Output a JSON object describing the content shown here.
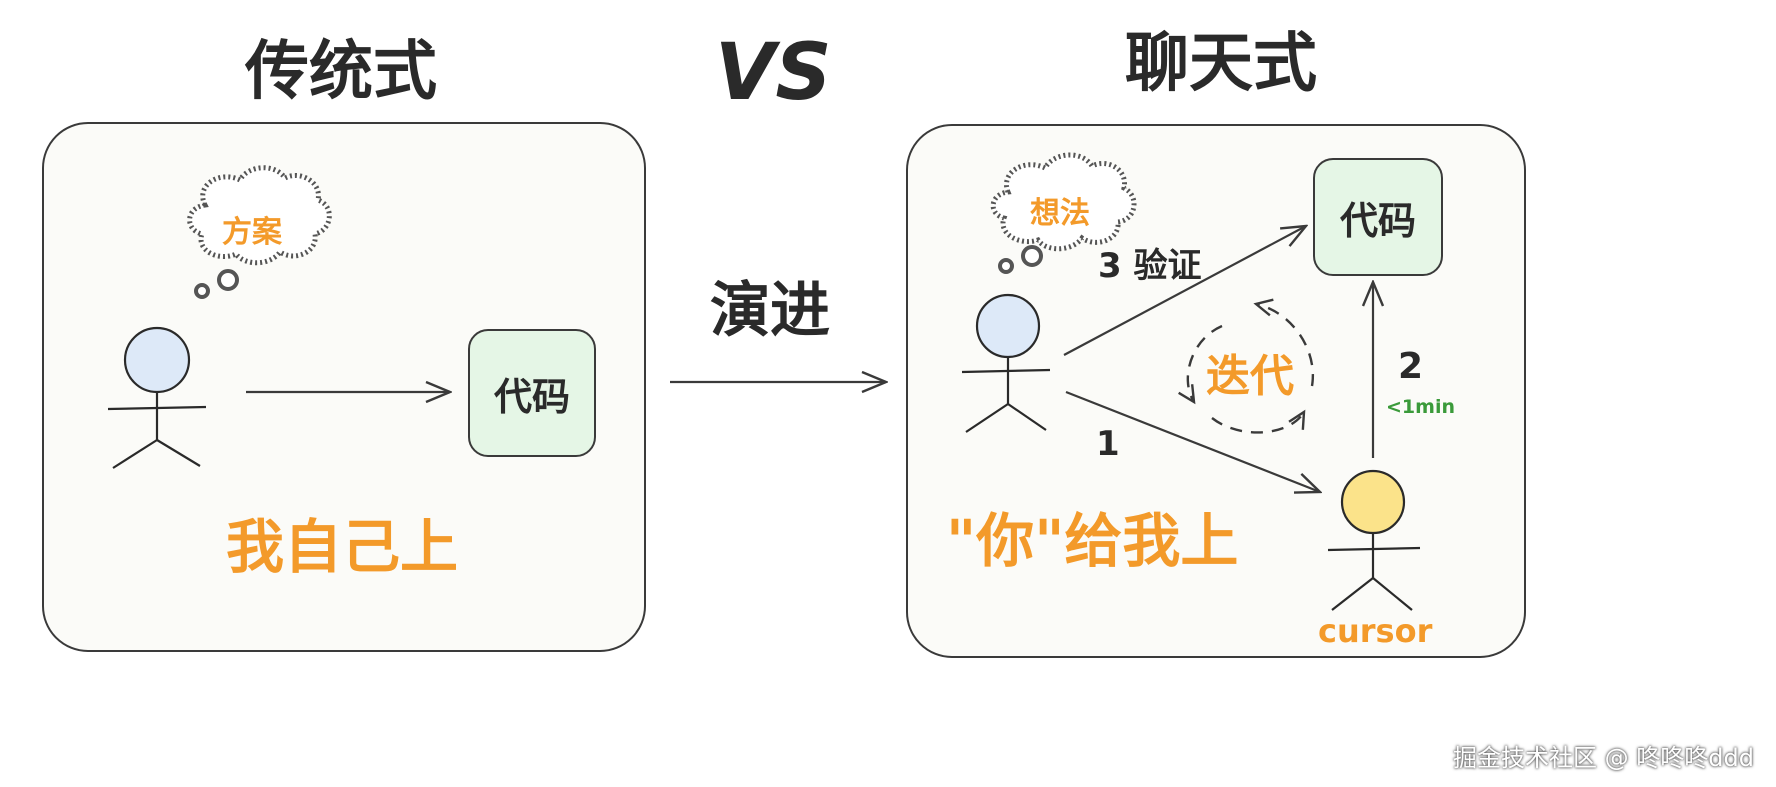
{
  "left_title": "传统式",
  "vs_text": "VS",
  "right_title": "聊天式",
  "evolve_label": "演进",
  "left_panel": {
    "thought": "方案",
    "code": "代码",
    "caption": "我自己上"
  },
  "right_panel": {
    "thought": "想法",
    "code": "代码",
    "step3": "3 验证",
    "iterate": "迭代",
    "step2": "2",
    "step2_note": "<1min",
    "step1": "1",
    "caption": "\"你\"给我上",
    "agent": "cursor"
  },
  "watermark": "掘金技术社区 @ 咚咚咚ddd",
  "colors": {
    "orange": "#f39a2a",
    "code_fill": "#e5f6e6",
    "head_blue": "#dde9f8",
    "head_yellow": "#fbe38a",
    "green_note": "#3a9a3a"
  }
}
